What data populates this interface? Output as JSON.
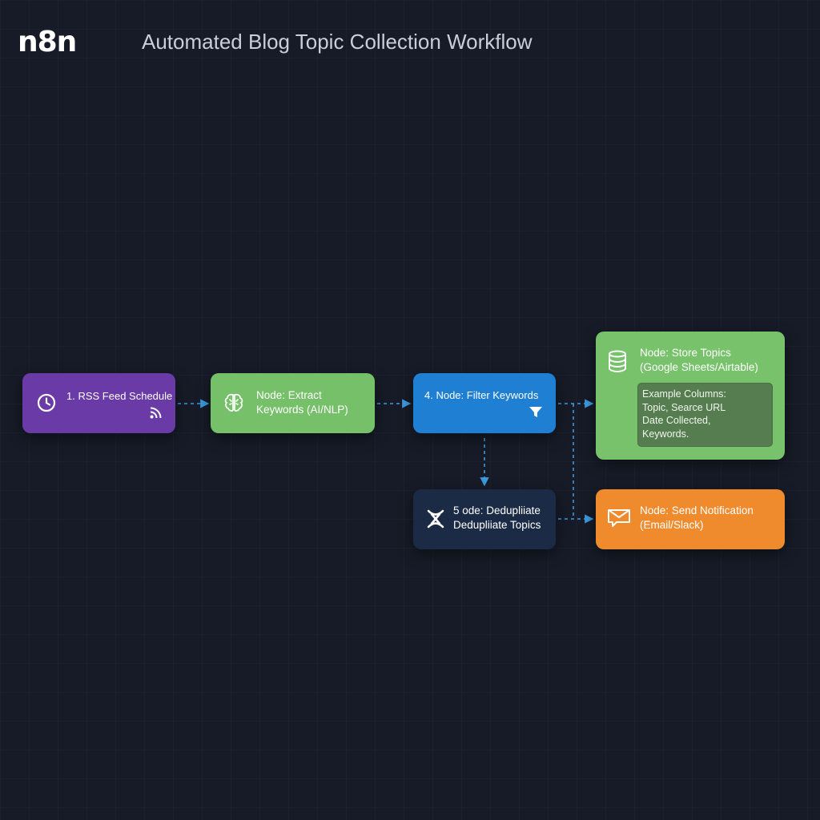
{
  "header": {
    "logo_text": "n8n",
    "title": "Automated Blog Topic Collection Workflow"
  },
  "colors": {
    "background": "#161b27",
    "connector": "#3a9be0",
    "node_purple": "#6a3aa6",
    "node_green": "#76c06a",
    "node_blue": "#1f7fd3",
    "node_navy": "#1c2b45",
    "node_orange": "#f08b2d"
  },
  "nodes": {
    "rss": {
      "line1": "1. RSS Feed Schedule",
      "icon": "clock-icon",
      "badge_icon": "rss-icon"
    },
    "extract": {
      "line1": "Node: Extract",
      "line2": "Keywords (AI/NLP)",
      "icon": "brain-icon"
    },
    "filter": {
      "line1": "4. Node: Filter Keywords",
      "badge_icon": "funnel-icon"
    },
    "store": {
      "line1": "Node: Store Topics",
      "line2": "(Google Sheets/Airtable)",
      "icon": "database-icon",
      "example": {
        "line1": "Example Columns:",
        "line2": "Topic, Searce URL",
        "line3": "Date Collected,",
        "line4": "Keywords."
      }
    },
    "dedupe": {
      "line1": "5 ode: Dedupliiate",
      "line2": "Dedupliiate Topics",
      "icon": "merge-icon"
    },
    "notify": {
      "line1": "Node: Send Notification",
      "line2": "(Email/Slack)",
      "icon": "mail-icon"
    }
  }
}
